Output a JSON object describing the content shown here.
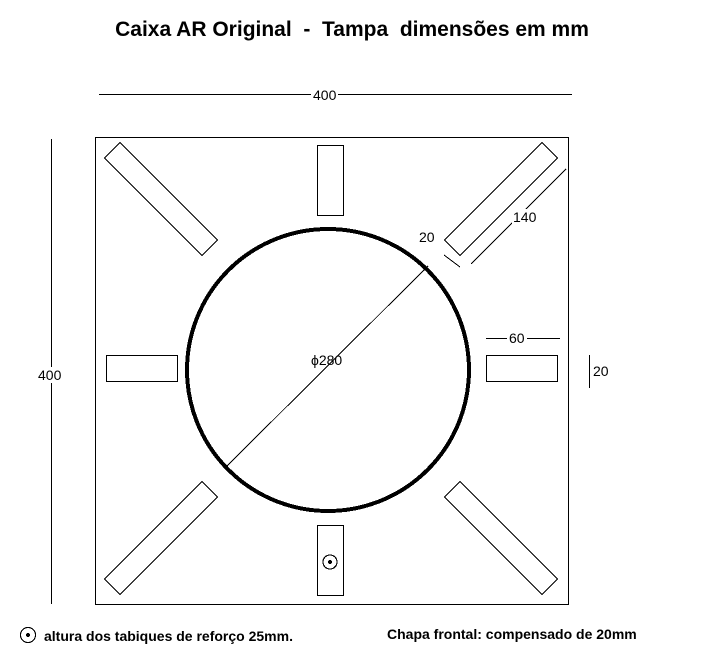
{
  "title": "Caixa AR Original  -  Tampa  dimensões em mm",
  "dimensions": {
    "width": "400",
    "height": "400",
    "diameter": "ϕ280",
    "slot_length": "140",
    "slot_offset": "20",
    "slot_side_length": "60",
    "slot_thickness": "20"
  },
  "notes": {
    "reinforcement": "altura dos tabiques de reforço 25mm.",
    "front_panel": "Chapa frontal: compensado de 20mm"
  },
  "icons": {
    "marker": "circle-dot-icon"
  }
}
